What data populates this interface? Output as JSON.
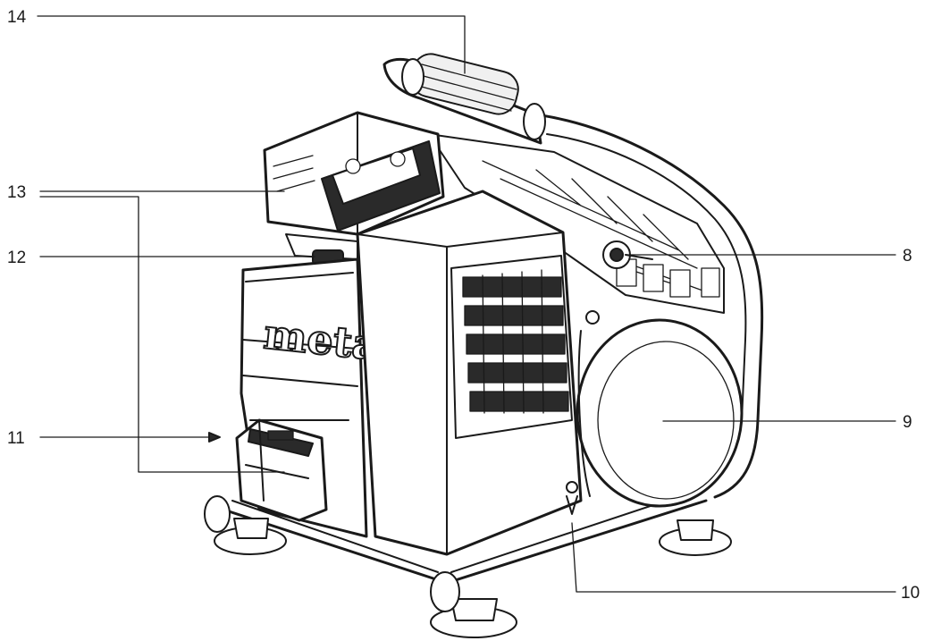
{
  "callouts": [
    {
      "id": "14",
      "label": "14"
    },
    {
      "id": "13",
      "label": "13"
    },
    {
      "id": "12",
      "label": "12"
    },
    {
      "id": "11",
      "label": "11"
    },
    {
      "id": "8",
      "label": "8"
    },
    {
      "id": "9",
      "label": "9"
    },
    {
      "id": "10",
      "label": "10"
    }
  ],
  "brand_logo": "metabo",
  "colors": {
    "ink": "#1a1a1a",
    "background": "#ffffff"
  }
}
